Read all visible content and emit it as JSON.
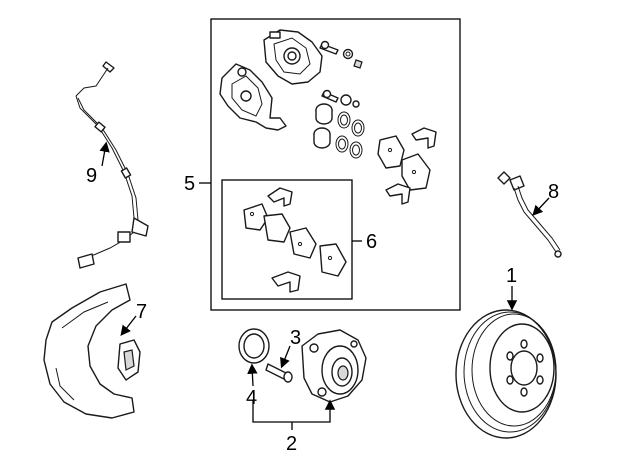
{
  "diagram": {
    "callouts": {
      "c1": "1",
      "c2": "2",
      "c3": "3",
      "c4": "4",
      "c5": "5",
      "c6": "6",
      "c7": "7",
      "c8": "8",
      "c9": "9"
    },
    "line_color": "#1a1a1a",
    "background": "#ffffff"
  }
}
